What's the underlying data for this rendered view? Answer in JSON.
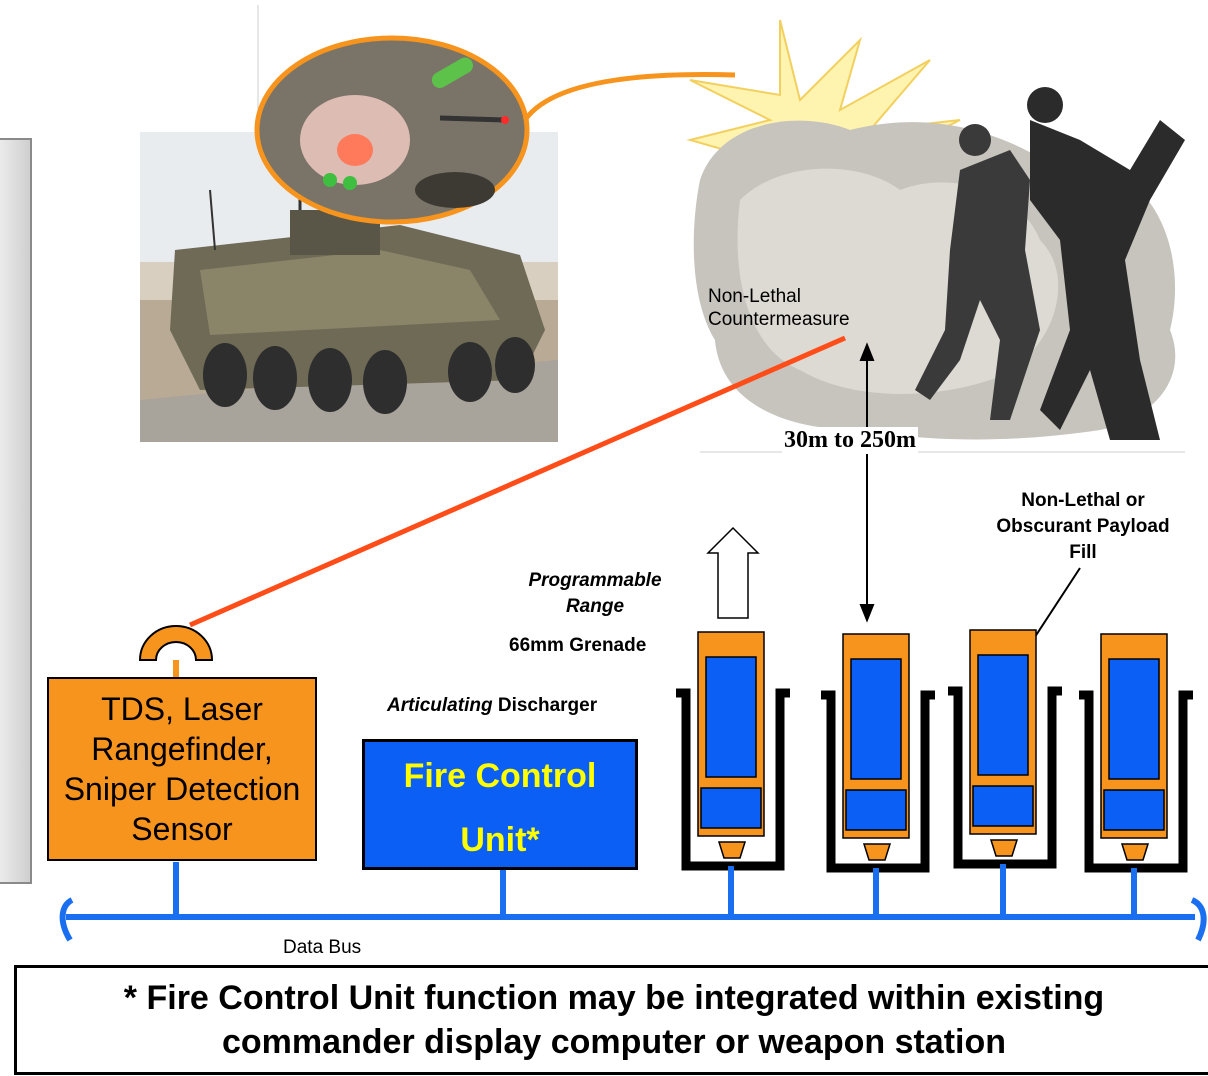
{
  "diagram": {
    "nonlethal_countermeasure": [
      "Non-Lethal",
      "Countermeasure"
    ],
    "range_text": "30m to 250m",
    "payload_label": [
      "Non-Lethal or",
      "Obscurant Payload",
      "Fill"
    ],
    "programmable": [
      "Programmable",
      "Range"
    ],
    "grenade_label": "66mm Grenade",
    "discharger_italic": "Articulating",
    "discharger_label": "Discharger",
    "sensor_lines": [
      "TDS, Laser",
      "Rangefinder,",
      "Sniper Detection",
      "Sensor"
    ],
    "fcu_lines": [
      "Fire Control",
      "Unit*"
    ],
    "data_bus": "Data Bus",
    "note_lines": [
      "* Fire Control Unit function may be integrated within existing",
      "commander display computer or weapon station"
    ],
    "colors": {
      "orange": "#f7941d",
      "blue": "#0b5ff5",
      "bus_blue": "#1a6ff0",
      "laser_red": "#ff4d1a",
      "fcu_text": "#ffff00"
    }
  }
}
